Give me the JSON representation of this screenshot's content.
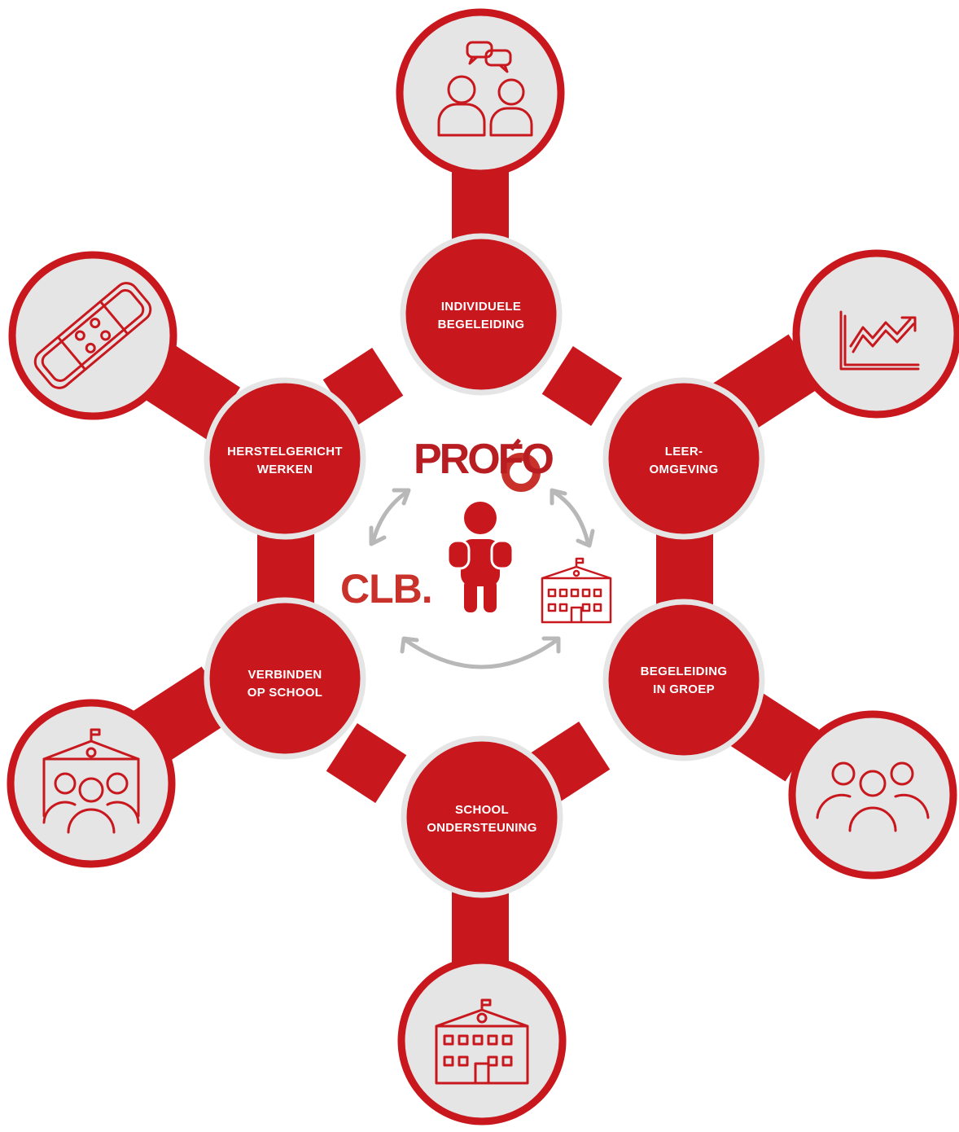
{
  "colors": {
    "red": "#c8181e",
    "grey_fill": "#e5e5e5",
    "arrow_grey": "#b8b8b8",
    "brand_red": "#c9322a"
  },
  "nodes": [
    {
      "id": "individuele",
      "lines": [
        "INDIVIDUELE",
        "BEGELEIDING"
      ],
      "icon": "people-speech-bubbles-icon"
    },
    {
      "id": "leeromgeving",
      "lines": [
        "LEER-",
        "OMGEVING"
      ],
      "icon": "growth-chart-icon"
    },
    {
      "id": "groep",
      "lines": [
        "BEGELEIDING",
        "IN GROEP"
      ],
      "icon": "group-icon"
    },
    {
      "id": "schoolondersteuning",
      "lines": [
        "SCHOOL",
        "ONDERSTEUNING"
      ],
      "icon": "school-building-icon"
    },
    {
      "id": "verbinden",
      "lines": [
        "VERBINDEN",
        "OP SCHOOL"
      ],
      "icon": "school-people-icon"
    },
    {
      "id": "herstelgericht",
      "lines": [
        "HERSTELGERICHT",
        "WERKEN"
      ],
      "icon": "bandage-icon"
    }
  ],
  "center": {
    "logo_profo": "PROFO",
    "logo_clb": "CLB.",
    "icons": [
      "student-icon",
      "school-building-icon",
      "cycle-arrows-icon"
    ]
  }
}
